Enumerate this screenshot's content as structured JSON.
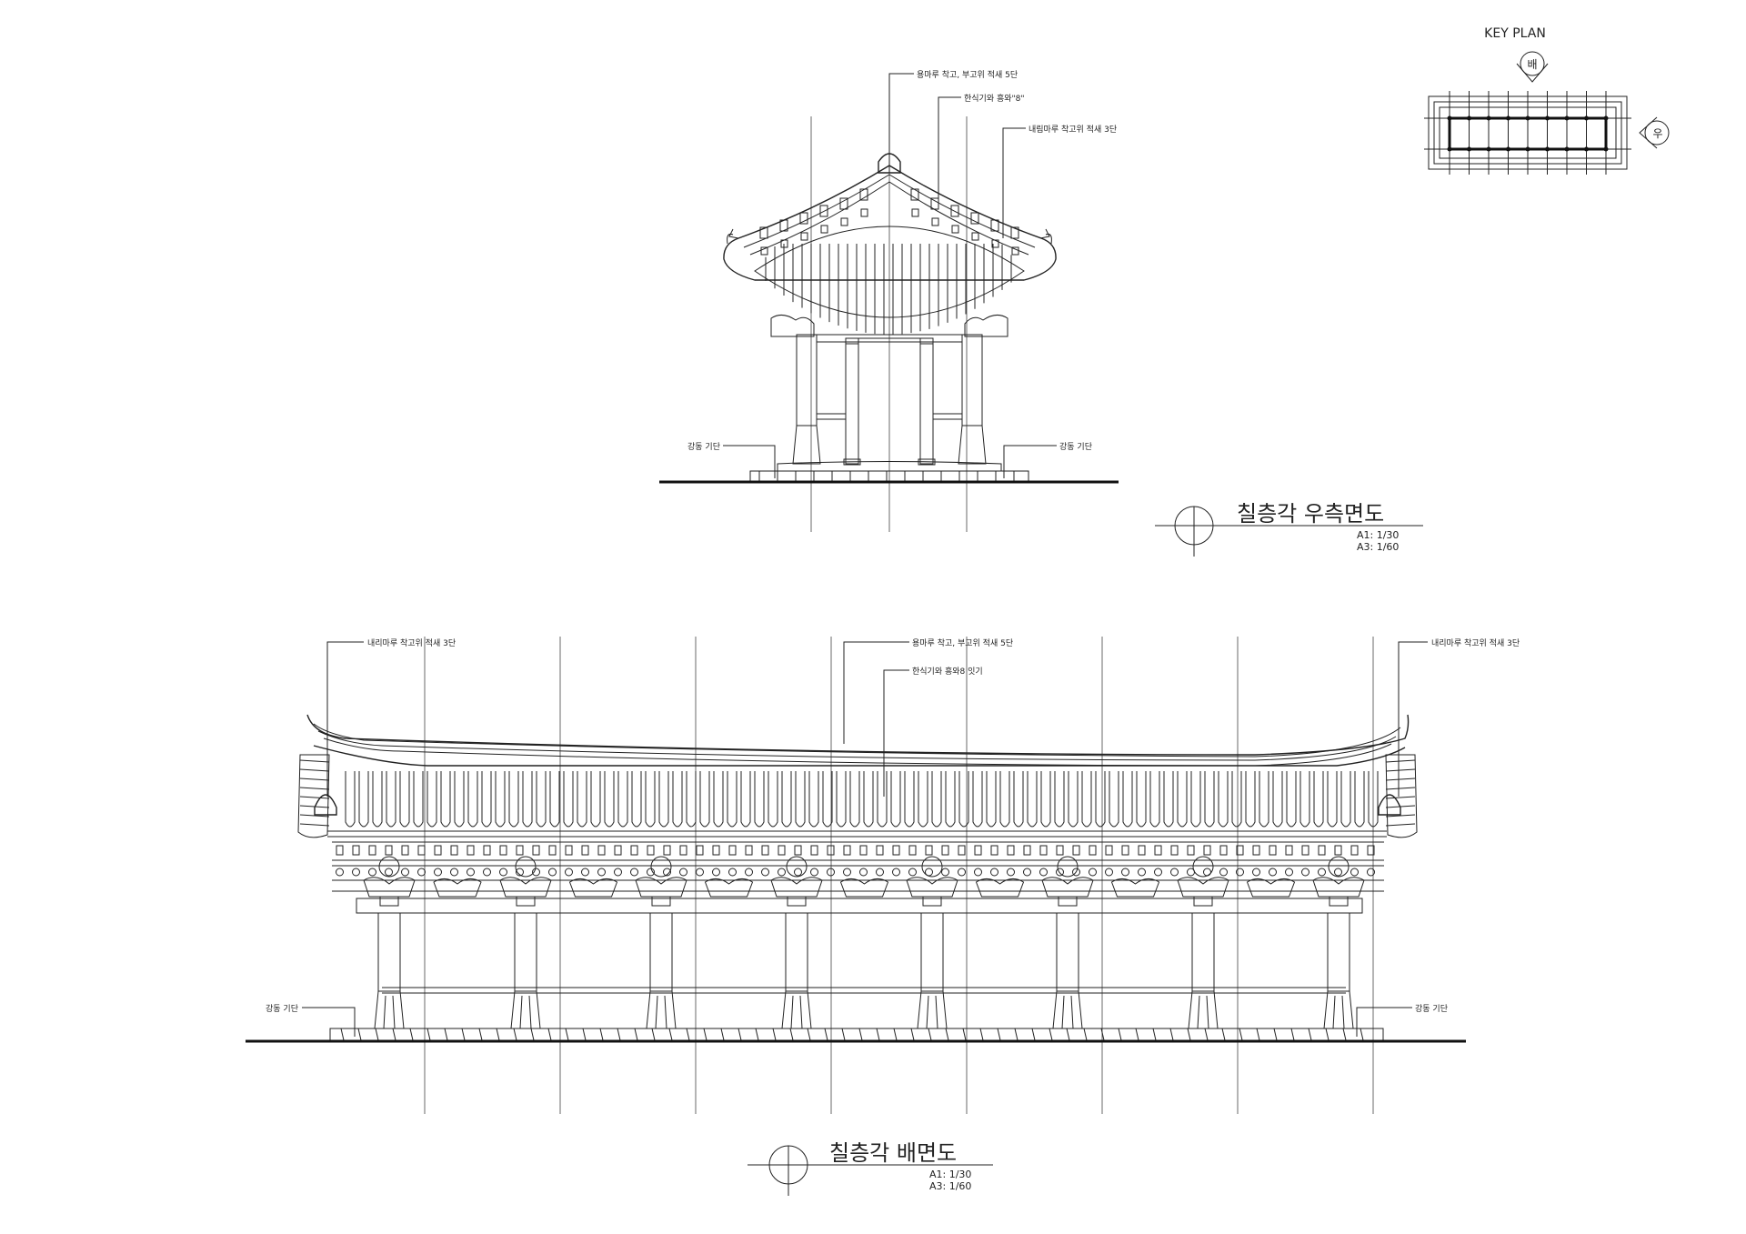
{
  "key_plan": {
    "label": "KEY PLAN",
    "north_marker": "배",
    "east_marker": "우"
  },
  "side_elevation": {
    "title": "칠층각 우측면도",
    "scale_a1": "A1: 1/30",
    "scale_a3": "A3: 1/60",
    "notes": {
      "ridge": "용마루 착고, 부고위 적새 5단",
      "tile": "한식기와 흥와\"8\"",
      "hip": "내림마루 착고위 적새 3단",
      "base_left": "강동 기단",
      "base_right": "강동 기단"
    }
  },
  "rear_elevation": {
    "title": "칠층각 배면도",
    "scale_a1": "A1: 1/30",
    "scale_a3": "A3: 1/60",
    "notes": {
      "hip_left": "내리마루 착고위 적새 3단",
      "ridge": "용마루 착고, 부고위 적새 5단",
      "tile": "한식기와 흥와8 잇기",
      "hip_right": "내리마루 착고위 적새 3단",
      "base_left": "강동 기단",
      "base_right": "강동 기단"
    }
  },
  "colors": {
    "line": "#222222",
    "paper": "#ffffff"
  }
}
